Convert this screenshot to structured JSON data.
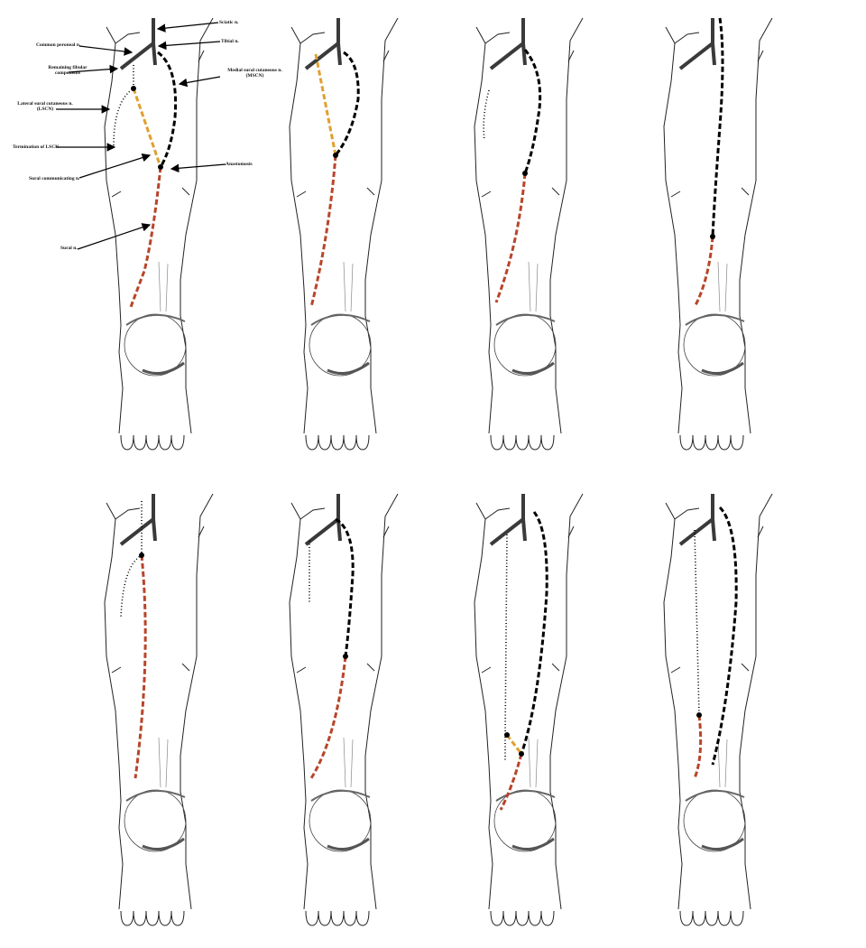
{
  "labels": {
    "sciatic": "Sciatic n.",
    "tibial": "Tibial n.",
    "common_peroneal": "Common peroneal n.",
    "remaining_fibular_1": "Remaining fibular",
    "remaining_fibular_2": "components",
    "mscn_1": "Medial sural cutaneous n.",
    "mscn_2": "(MSCN)",
    "lscn_1": "Lateral sural cutaneous n.",
    "lscn_2": "(LSCN)",
    "termination_lscn": "Termination of LSCN",
    "sural_communicating": "Sural communicating n.",
    "anastomosis": "Anastomosis",
    "sural": "Sural n."
  },
  "colors": {
    "outline": "#222222",
    "nerve_trunk": "#3a3a3a",
    "mscn": "#000000",
    "sural_communicating": "#e0a030",
    "sural": "#b8452a",
    "lscn": "#000000"
  },
  "panels": [
    {
      "variant": "type-1"
    },
    {
      "variant": "type-2"
    },
    {
      "variant": "type-3"
    },
    {
      "variant": "type-4"
    },
    {
      "variant": "type-5"
    },
    {
      "variant": "type-6"
    },
    {
      "variant": "type-7"
    },
    {
      "variant": "type-8"
    }
  ]
}
